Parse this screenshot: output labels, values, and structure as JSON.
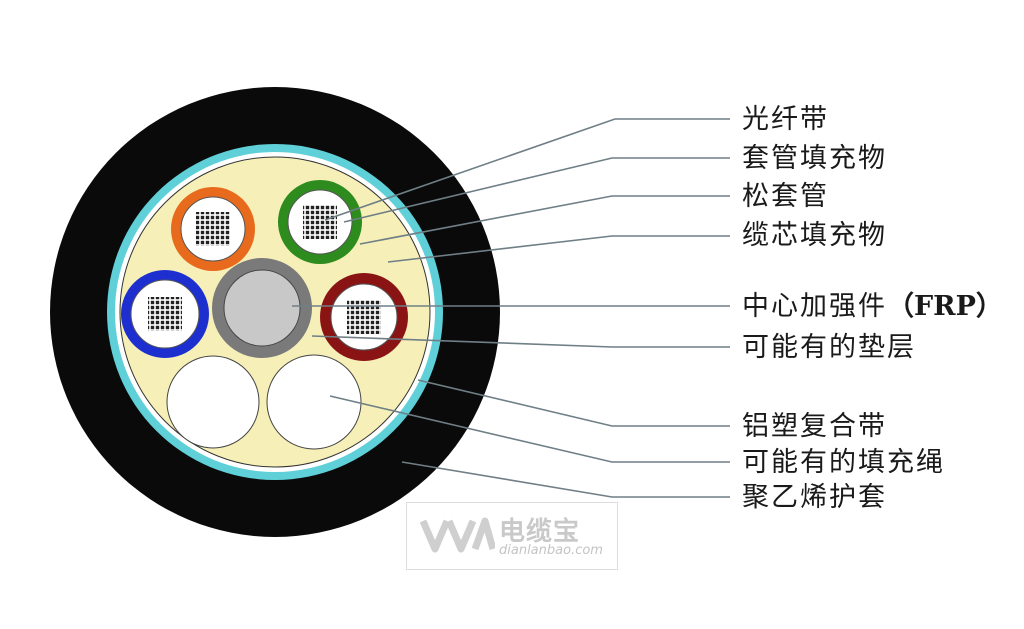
{
  "labels": [
    {
      "text": "光纤带"
    },
    {
      "text": "套管填充物"
    },
    {
      "text": "松套管"
    },
    {
      "text": "缆芯填充物"
    },
    {
      "text": "中心加强件",
      "suffix": "（FRP）"
    },
    {
      "text": "可能有的垫层"
    },
    {
      "text": "铝塑复合带"
    },
    {
      "text": "可能有的填充绳"
    },
    {
      "text": "聚乙烯护套"
    }
  ],
  "watermark": {
    "brand": "电缆宝",
    "url": "dianlanbao.com"
  },
  "colors": {
    "sheath": "#0a0a0a",
    "aluminum_tape": "#5fd0d8",
    "core_filler": "#f6f0b8",
    "tube_orange": "#e86a1c",
    "tube_green": "#2e8b1e",
    "tube_blue": "#1e2fd0",
    "tube_darkred": "#8a1414",
    "frp_ring": "#7a7a7a",
    "frp_center": "#c8c8c8",
    "leader_line": "#6f7f86"
  }
}
